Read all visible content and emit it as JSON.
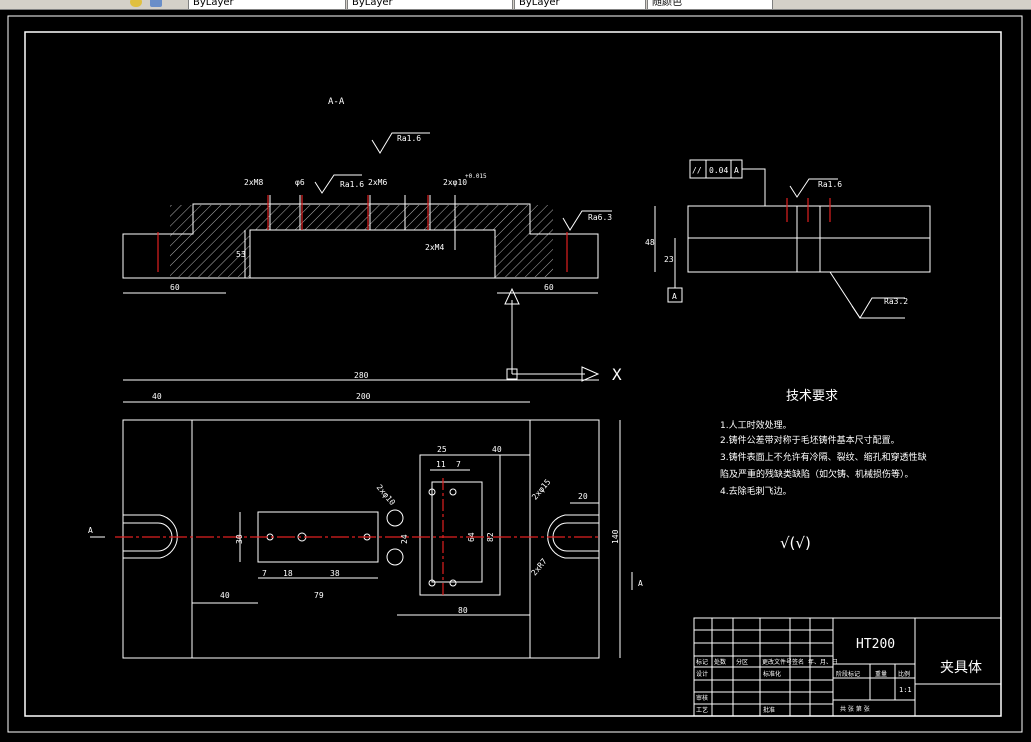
{
  "toolbar": {
    "layer_combo": "ByLayer",
    "linetype_combo": "ByLayer",
    "lineweight_combo": "ByLayer",
    "plotstyle_combo": "随颜色"
  },
  "drawing": {
    "section_label": "A-A",
    "top_view": {
      "roughness_top": "Ra1.6",
      "dim_2m8": "2xM8",
      "dim_phi6": "φ6",
      "roughness_mid": "Ra1.6",
      "dim_2m6": "2xM6",
      "dim_2phi10": "2xφ10",
      "tol_upper": "+0.015",
      "roughness_right": "Ra6.3",
      "dim_53": "53",
      "dim_2m4": "2xM4",
      "dim_60_left": "60",
      "dim_60_right": "60"
    },
    "side_view": {
      "tolerance_symbol": "//",
      "tolerance_value": "0.04",
      "datum": "A",
      "roughness_top": "Ra1.6",
      "dim_48": "48",
      "dim_23": "23",
      "datum_box": "A",
      "roughness_bottom": "Ra3.2"
    },
    "axis_label": "X",
    "plan_view": {
      "dim_280": "280",
      "dim_40_top": "40",
      "dim_200": "200",
      "dim_25": "25",
      "dim_40_right": "40",
      "dim_11": "11",
      "dim_7_top": "7",
      "dim_2phi10": "2xφ10",
      "dim_2phi15": "2xφ15",
      "dim_20": "20",
      "dim_30": "30",
      "dim_24": "24",
      "dim_64": "64",
      "dim_82": "82",
      "dim_140": "140",
      "dim_r27": "2xR7",
      "dim_7": "7",
      "dim_18": "18",
      "dim_38": "38",
      "dim_40_bottom": "40",
      "dim_79": "79",
      "dim_80": "80",
      "section_mark_left": "A",
      "section_mark_right": "A"
    },
    "tech_req": {
      "title": "技术要求",
      "lines": [
        "1.人工时效处理。",
        "2.铸件公差带对称于毛坯铸件基本尺寸配置。",
        "3.铸件表面上不允许有冷隔、裂纹、缩孔和穿透性缺",
        "陷及严重的残缺类缺陷（如欠铸、机械损伤等）。",
        "4.去除毛刺飞边。"
      ],
      "roughness_note": "√(√)"
    },
    "title_block": {
      "material": "HT200",
      "part_name": "夹具体",
      "row_mark": "标记",
      "row_count": "处数",
      "row_zone": "分区",
      "row_doc": "更改文件号",
      "row_sign": "签名",
      "row_date": "年、月、日",
      "design": "设计",
      "standard": "标准化",
      "stage_mark": "阶段标记",
      "weight": "重量",
      "scale": "比例",
      "scale_value": "1:1",
      "check": "审核",
      "process": "工艺",
      "approve": "批准",
      "sheets": "共  张  第  张"
    }
  }
}
